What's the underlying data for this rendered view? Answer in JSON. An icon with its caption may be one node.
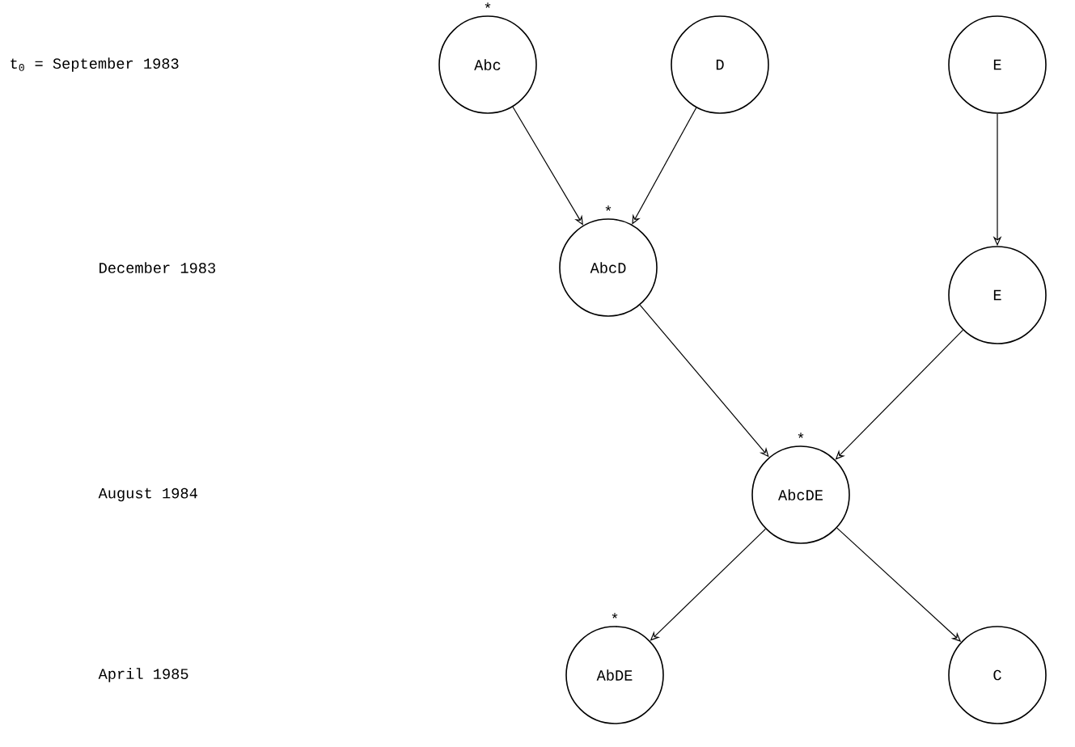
{
  "diagram": {
    "nodes": [
      {
        "text": [
          "Abc"
        ],
        "beside": [
          "*"
        ]
      },
      {
        "text": [
          "D"
        ]
      },
      {
        "text": [
          "E"
        ]
      },
      {
        "text": [
          "AbcD"
        ],
        "beside": [
          "*"
        ]
      },
      {
        "text": [
          "E"
        ]
      },
      {
        "text": [
          "AbcDE"
        ],
        "beside": [
          "*"
        ]
      },
      {
        "text": [
          "AbDE"
        ],
        "beside": [
          "*"
        ]
      },
      {
        "text": [
          "C"
        ]
      }
    ],
    "edges": [
      {
        "from": 0,
        "to": 3,
        "arrow": "to"
      },
      {
        "from": 1,
        "to": 3,
        "arrow": "to"
      },
      {
        "from": 2,
        "to": 4,
        "arrow": "to"
      },
      {
        "from": 3,
        "to": 5,
        "arrow": "to"
      },
      {
        "from": 4,
        "to": 5,
        "arrow": "to"
      },
      {
        "from": 5,
        "to": 6,
        "arrow": "to"
      },
      {
        "from": 5,
        "to": 7,
        "arrow": "to"
      }
    ],
    "labels": [
      "t$_{0}$ = September 1983",
      "December 1983",
      "August 1984",
      "April 1985"
    ]
  }
}
